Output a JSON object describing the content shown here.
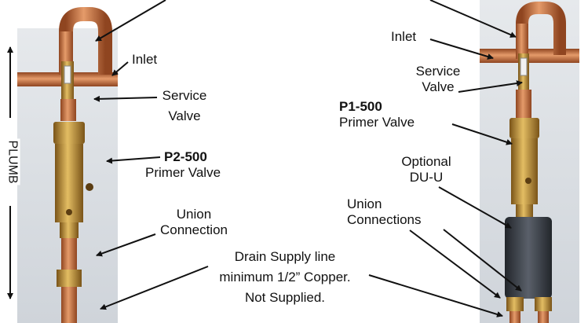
{
  "left_photo": {
    "plumb_label": "PLUMB",
    "inlet_label": "Inlet",
    "service_valve_label_line1": "Service",
    "service_valve_label_line2": "Valve",
    "model_label": "P2-500",
    "primer_valve_label": "Primer Valve",
    "union_label_line1": "Union",
    "union_label_line2": "Connection"
  },
  "right_photo": {
    "inlet_label": "Inlet",
    "service_valve_label_line1": "Service",
    "service_valve_label_line2": "Valve",
    "model_label": "P1-500",
    "primer_valve_label": "Primer Valve",
    "optional_label_line1": "Optional",
    "optional_label_line2": "DU-U",
    "union_label_line1": "Union",
    "union_label_line2": "Connections"
  },
  "drain_note": {
    "line1": "Drain Supply line",
    "line2": "minimum 1/2” Copper.",
    "line3": "Not Supplied."
  },
  "colors": {
    "copper": "#c8703a",
    "copper_dark": "#8f4520",
    "brass": "#c99a3a",
    "brass_dark": "#8a6420",
    "backdrop": "#d9dee4",
    "dark_cap": "#3b4048"
  }
}
